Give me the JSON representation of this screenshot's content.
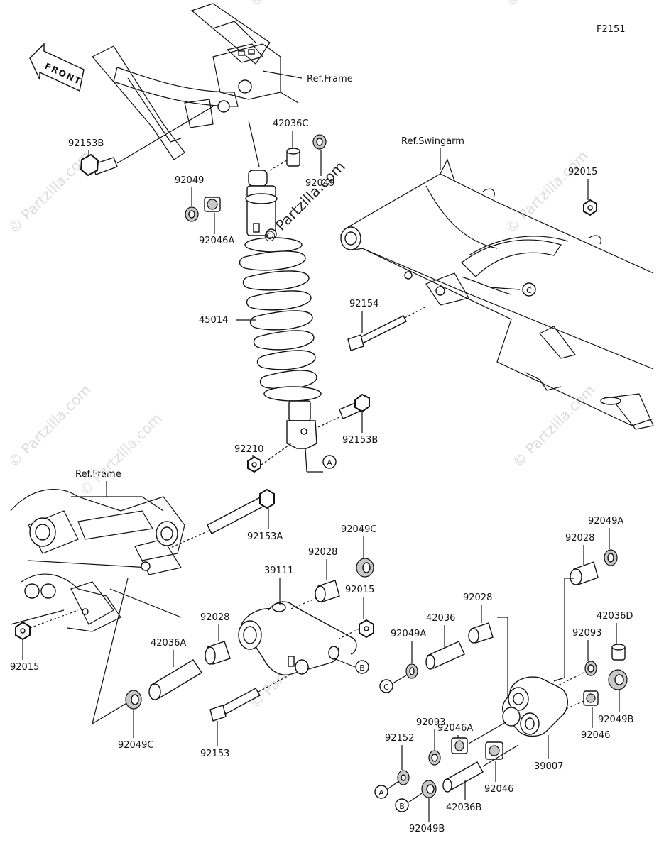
{
  "figure_code": "F2151",
  "front_label": "FRONT",
  "watermarks": [
    "© Partzilla.com",
    "© Partzilla.com"
  ],
  "references": {
    "frame_upper": "Ref.Frame",
    "swingarm": "Ref.Swingarm",
    "frame_lower": "Ref.Frame"
  },
  "callouts": [
    "A",
    "B",
    "C",
    "A",
    "B",
    "C"
  ],
  "parts": {
    "p01": "92153B",
    "p02": "42036C",
    "p03": "92049",
    "p04": "92049",
    "p05": "92046A",
    "p06": "45014",
    "p07": "92210",
    "p08": "92153B",
    "p09": "92015",
    "p10": "92154",
    "p11": "92153A",
    "p12": "92049C",
    "p13": "92028",
    "p14": "39111",
    "p15": "92015",
    "p16": "92028",
    "p17": "42036A",
    "p18": "92015",
    "p19": "92049C",
    "p20": "92153",
    "p21": "92049A",
    "p22": "92028",
    "p23": "92028",
    "p24": "42036",
    "p25": "92049A",
    "p26": "42036D",
    "p27": "92093",
    "p28": "92046A",
    "p29": "92093",
    "p30": "92152",
    "p31": "92046",
    "p32": "92049B",
    "p33": "39007",
    "p34": "92046",
    "p35": "42036B",
    "p36": "92049B"
  }
}
